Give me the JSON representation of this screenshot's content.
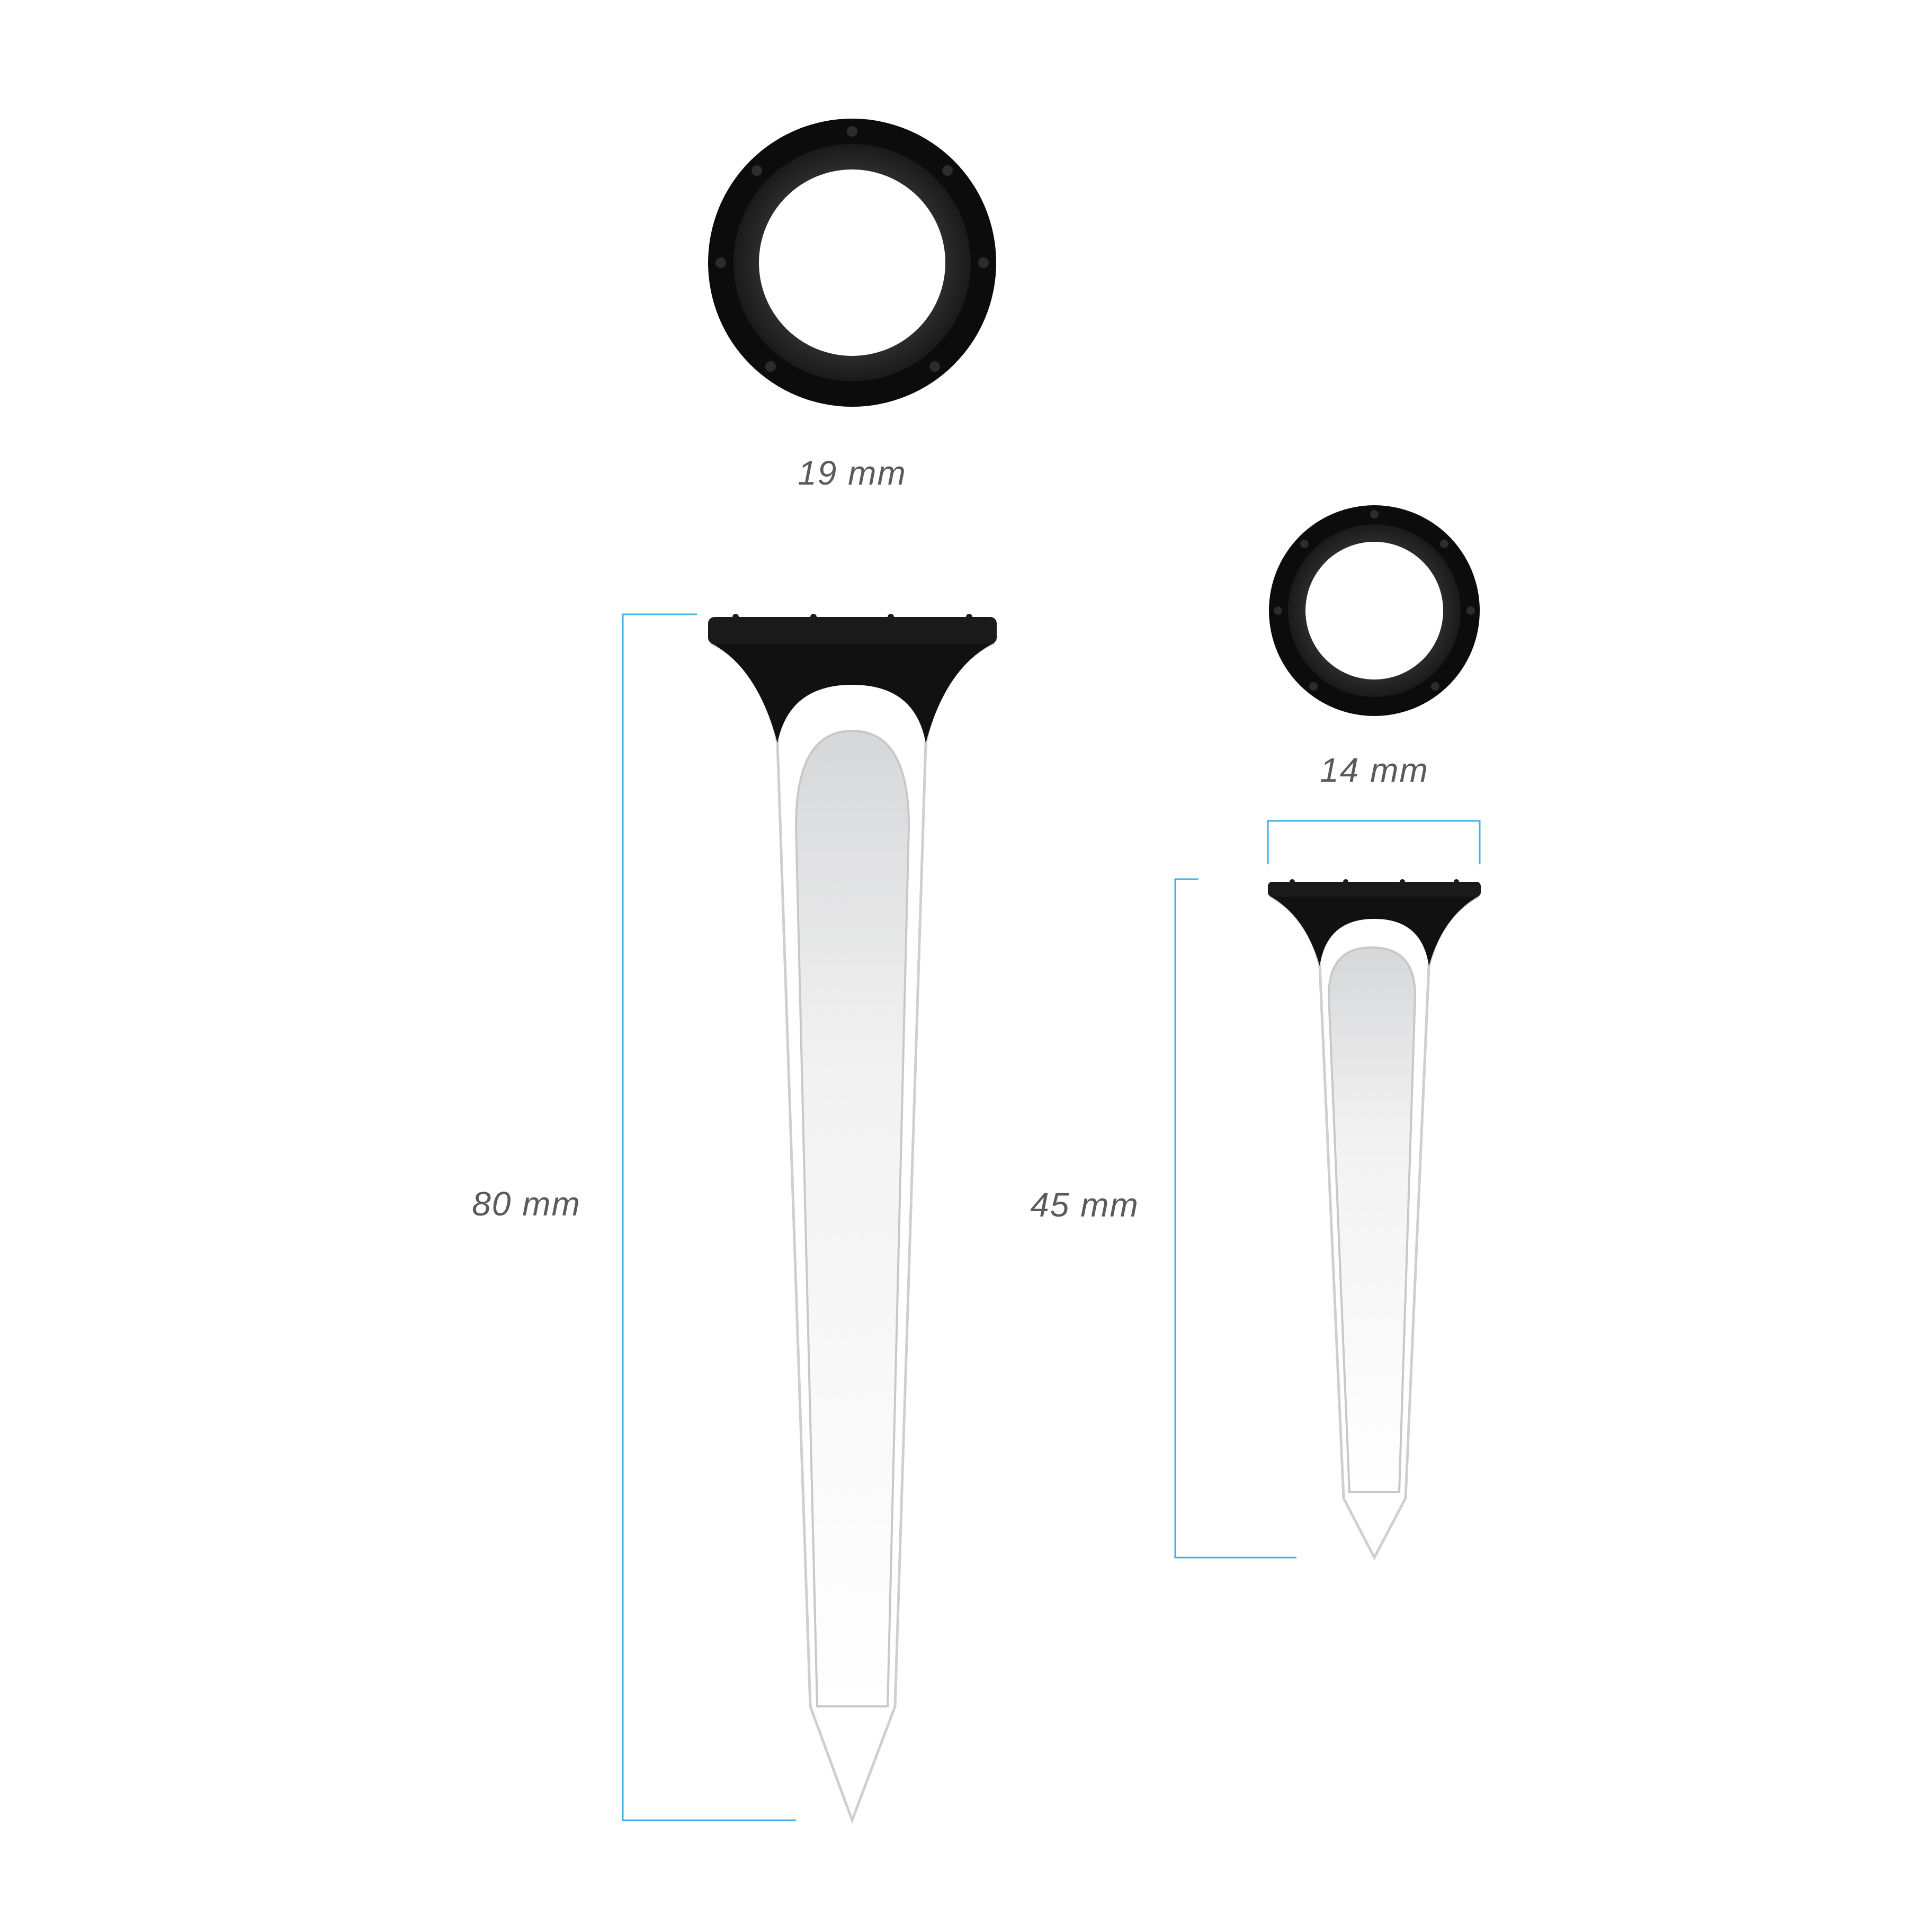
{
  "large_tee": {
    "head_diameter_label": "19 mm",
    "length_label": "80 mm"
  },
  "small_tee": {
    "head_diameter_label": "14 mm",
    "length_label": "45 mm"
  },
  "colors": {
    "dimension_line": "#3fb0e8",
    "head": "#111111",
    "ring_inner": "#2a2a2a",
    "label": "#5a5a5a"
  }
}
